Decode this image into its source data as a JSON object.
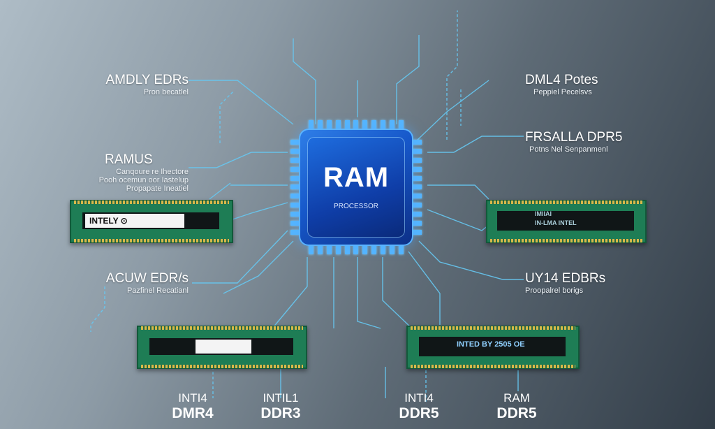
{
  "chip": {
    "title": "RAM",
    "subtitle": "PROCESSOR"
  },
  "labels": {
    "amdly": {
      "title": "AMDLY EDRs",
      "sub": "Pron becatlel"
    },
    "ramus": {
      "title": "RAMUS",
      "sub1": "Canqoure re Ihectore",
      "sub2": "Pooh ocemun oor Iastelup",
      "sub3": "Propapate Ineatiel"
    },
    "acuw": {
      "title": "ACUW EDR/s",
      "sub": "Pazfinel Recatianl"
    },
    "dml4": {
      "title": "DML4 Potes",
      "sub": "Peppiel Pecelsvs"
    },
    "frsalla": {
      "title": "FRSALLA DPR5",
      "sub": "Potns Nel Senpanmenl"
    },
    "uy14": {
      "title": "UY14 EDBRs",
      "sub": "Proopalrel borigs"
    }
  },
  "modules": {
    "left_top": {
      "sticker": "INTELY ⊙"
    },
    "right_top": {
      "text1": "IMIIAI",
      "text2": "IN-LMA INTEL"
    },
    "right_bottom": {
      "text": "INTED BY 2505 OE"
    }
  },
  "bottom": [
    {
      "top": "INTI4",
      "bottom": "DMR4"
    },
    {
      "top": "INTIL1",
      "bottom": "DDR3"
    },
    {
      "top": "INTI4",
      "bottom": "DDR5"
    },
    {
      "top": "RAM",
      "bottom": "DDR5"
    }
  ],
  "colors": {
    "line": "#5fc3f0",
    "chip": "#1657c9",
    "pcb": "#1e7d55",
    "contacts": "#d8b94a"
  }
}
